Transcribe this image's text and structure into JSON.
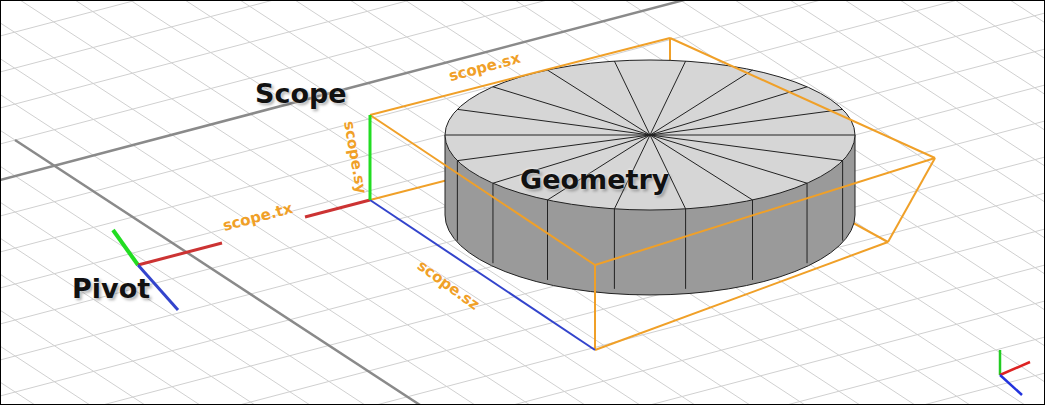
{
  "diagram": {
    "labels": [
      "Scope",
      "scope.sx",
      "scope.sy",
      "Geometry",
      "scope.tx",
      "scope.sz",
      "Pivot"
    ]
  }
}
